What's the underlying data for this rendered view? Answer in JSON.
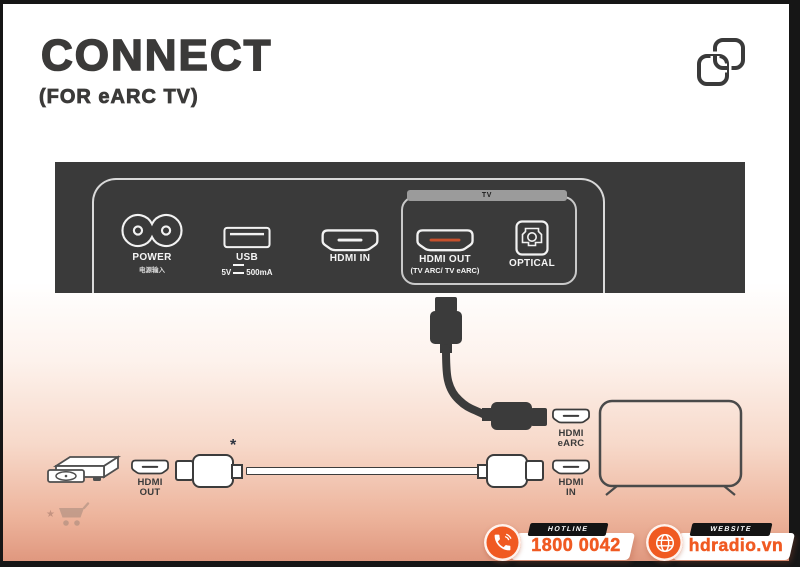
{
  "header": {
    "title": "CONNECT",
    "subtitle": "(FOR eARC TV)"
  },
  "soundbar": {
    "power": {
      "label": "POWER",
      "sublabel": "电源输入"
    },
    "usb": {
      "label": "USB",
      "volt": "5V",
      "current": "500mA"
    },
    "hdmi_in": {
      "label": "HDMI IN"
    },
    "tv_group": {
      "tag": "TV"
    },
    "hdmi_out": {
      "label": "HDMI OUT",
      "sublabel": "(TV ARC/ TV eARC)"
    },
    "optical": {
      "label": "OPTICAL"
    }
  },
  "connections": {
    "tv_earc": {
      "line1": "HDMI",
      "line2": "eARC"
    },
    "source_out": {
      "line1": "HDMI",
      "line2": "OUT"
    },
    "tv_in": {
      "line1": "HDMI",
      "line2": "IN"
    },
    "cable_note": "*"
  },
  "watermark": {
    "star": "★"
  },
  "footer": {
    "hotline": {
      "tag": "HOTLINE",
      "value": "1800 0042"
    },
    "website": {
      "tag": "WEBSITE",
      "value": "hdradio.vn"
    }
  },
  "colors": {
    "accent_orange": "#f05a22",
    "panel_gray": "#3a3a3a",
    "hdmi_out_highlight": "#c7502c"
  }
}
